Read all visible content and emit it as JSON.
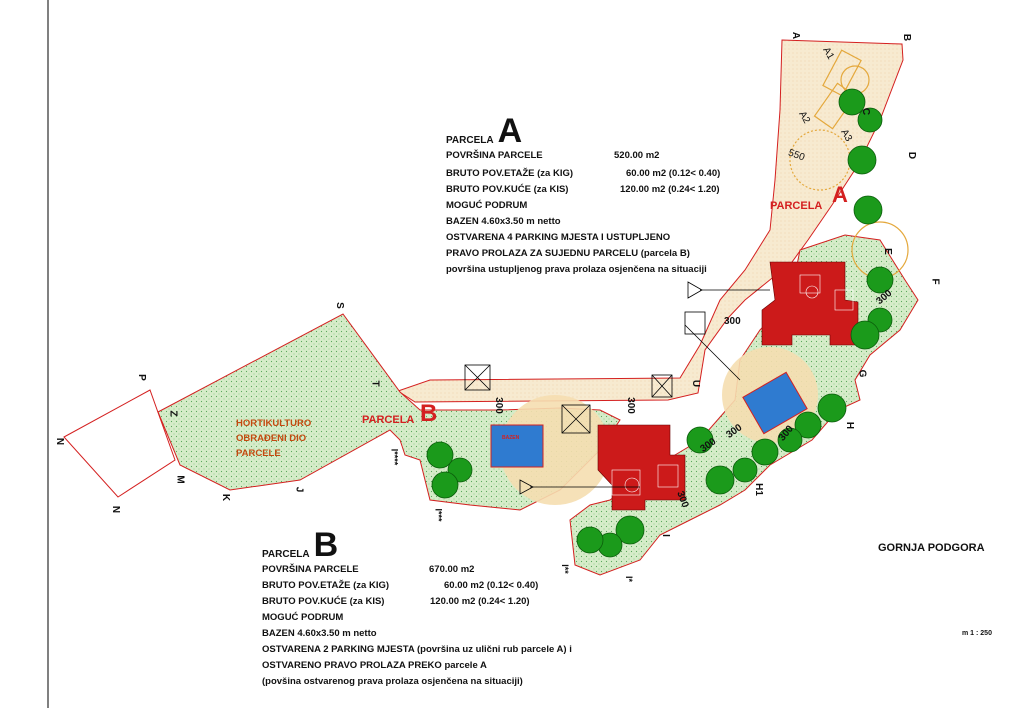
{
  "parcel_a": {
    "heading_label": "PARCELA",
    "heading_letter": "A",
    "area_label": "POVRŠINA PARCELE",
    "area_value": "520.00 m2",
    "floor_label": "BRUTO POV.ETAŽE (za KIG)",
    "floor_value": "60.00 m2 (0.12< 0.40)",
    "house_label": "BRUTO POV.KUĆE  (za KIS)",
    "house_value": "120.00 m2 (0.24< 1.20)",
    "basement": "MOGUĆ PODRUM",
    "pool": "BAZEN 4.60x3.50 m netto",
    "parking_1": "OSTVARENA 4 PARKING MJESTA I USTUPLJENO",
    "parking_2": "PRAVO PROLAZA ZA SUJEDNU PARCELU (parcela B)",
    "parking_3": "površina ustupljenog prava prolaza osjenčena na situaciji"
  },
  "parcel_b": {
    "heading_label": "PARCELA",
    "heading_letter": "B",
    "area_label": "POVRŠINA PARCELE",
    "area_value": "670.00 m2",
    "floor_label": "BRUTO POV.ETAŽE (za KIG)",
    "floor_value": "60.00 m2 (0.12< 0.40)",
    "house_label": "BRUTO POV.KUĆE   (za KIS)",
    "house_value": "120.00 m2 (0.24< 1.20)",
    "basement": "MOGUĆ PODRUM",
    "pool": "BAZEN 4.60x3.50 m netto",
    "parking_1": "OSTVARENA 2 PARKING MJESTA (površina uz ulični rub parcele A) i",
    "parking_2": "OSTVARENO PRAVO PROLAZA PREKO parcele A",
    "parking_3": "(povšina ostvarenog prava prolaza osjenčena na situaciji)"
  },
  "place_name": "GORNJA PODGORA",
  "scale": "m 1 : 250",
  "plan": {
    "parcel_a_label": "PARCELA",
    "parcel_a_letter": "A",
    "parcel_b_label": "PARCELA",
    "parcel_b_letter": "B",
    "horti_1": "HORTIKULTURO",
    "horti_2": "OBRAĐENI DIO",
    "horti_3": "PARCELE",
    "pool_text": "BAZEN",
    "dims": {
      "d550": "550",
      "d300": "300"
    },
    "points": {
      "A": "A",
      "B": "B",
      "A1": "A1",
      "A2": "A2",
      "A3": "A3",
      "C": "C",
      "D": "D",
      "E": "E",
      "F": "F",
      "G": "G",
      "H": "H",
      "H1": "H1",
      "I": "I",
      "Istar": "I*",
      "Istar2": "I**",
      "Istar3": "I***",
      "Istar4": "I****",
      "J": "J",
      "K": "K",
      "M": "M",
      "N": "N",
      "N2": "N",
      "P": "P",
      "S": "S",
      "T": "T",
      "U": "U",
      "Z": "Z"
    }
  },
  "colors": {
    "site_red": "#d42020",
    "garden_green": "#cfe8c4",
    "sand": "#f5e6c0",
    "tree": "#1b9a1b",
    "pool": "#2f7bd0",
    "building": "#cc1a1a"
  }
}
